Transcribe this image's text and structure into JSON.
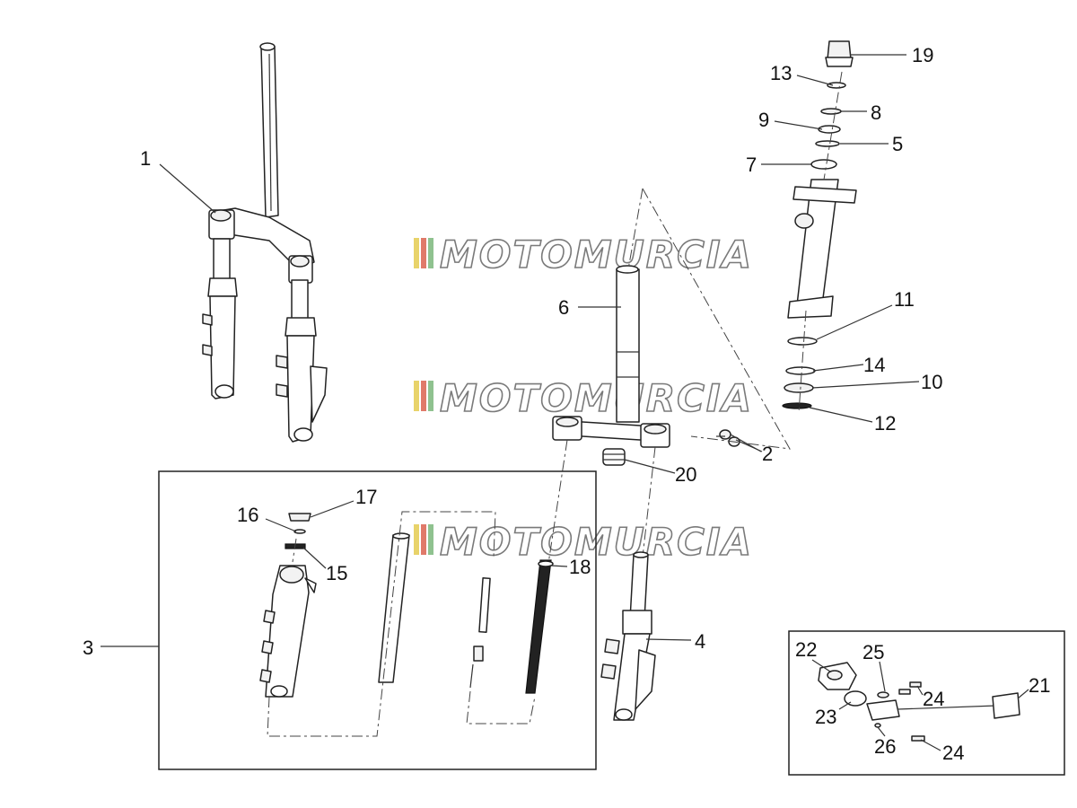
{
  "watermark": "MOTOMURCIA",
  "colors": {
    "line": "#222222",
    "watermark_stripe_1": "#e8d36a",
    "watermark_stripe_2": "#e07a6a",
    "watermark_stripe_3": "#8fc28f"
  },
  "callouts": [
    {
      "id": "c1",
      "text": "1"
    },
    {
      "id": "c19",
      "text": "19"
    },
    {
      "id": "c13",
      "text": "13"
    },
    {
      "id": "c8",
      "text": "8"
    },
    {
      "id": "c9",
      "text": "9"
    },
    {
      "id": "c5",
      "text": "5"
    },
    {
      "id": "c7",
      "text": "7"
    },
    {
      "id": "c6",
      "text": "6"
    },
    {
      "id": "c11",
      "text": "11"
    },
    {
      "id": "c14",
      "text": "14"
    },
    {
      "id": "c10",
      "text": "10"
    },
    {
      "id": "c12",
      "text": "12"
    },
    {
      "id": "c2",
      "text": "2"
    },
    {
      "id": "c20",
      "text": "20"
    },
    {
      "id": "c17",
      "text": "17"
    },
    {
      "id": "c16",
      "text": "16"
    },
    {
      "id": "c15",
      "text": "15"
    },
    {
      "id": "c18",
      "text": "18"
    },
    {
      "id": "c3",
      "text": "3"
    },
    {
      "id": "c4",
      "text": "4"
    },
    {
      "id": "c22",
      "text": "22"
    },
    {
      "id": "c25",
      "text": "25"
    },
    {
      "id": "c21",
      "text": "21"
    },
    {
      "id": "c24a",
      "text": "24"
    },
    {
      "id": "c23",
      "text": "23"
    },
    {
      "id": "c26",
      "text": "26"
    },
    {
      "id": "c24b",
      "text": "24"
    }
  ]
}
